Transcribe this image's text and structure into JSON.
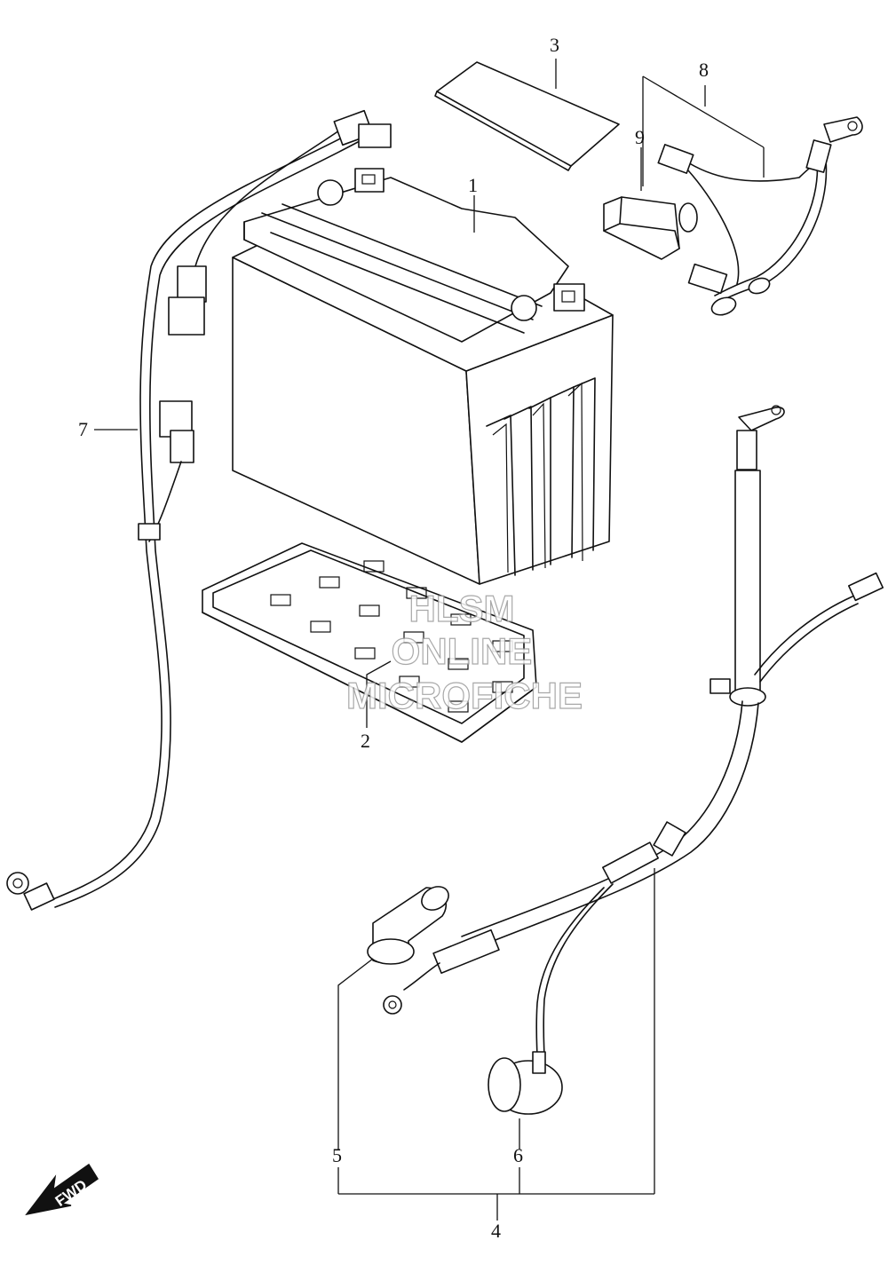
{
  "callouts": {
    "battery": "1",
    "tray": "2",
    "pad": "3",
    "cable_set": "4",
    "cap": "5",
    "clamp": "6",
    "harness": "7",
    "cable_lead": "8",
    "cover": "9"
  },
  "fwd_label": "FWD",
  "watermark": [
    "HLSM",
    "ONLINE",
    "MICROFICHE"
  ]
}
